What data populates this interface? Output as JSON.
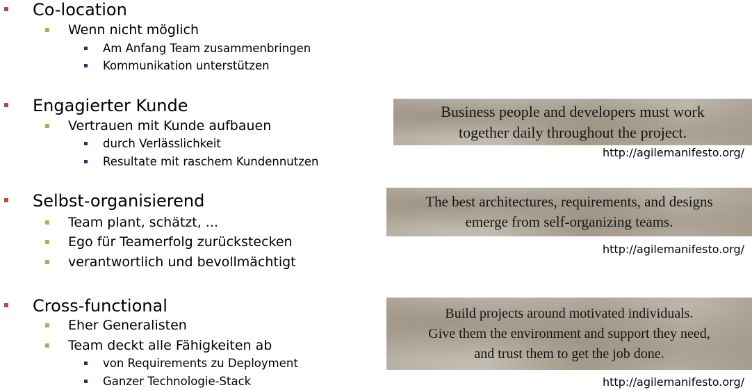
{
  "sections": [
    {
      "title": "Co-location",
      "items": [
        {
          "text": "Wenn nicht möglich",
          "subitems": [
            "Am Anfang Team zusammenbringen",
            "Kommunikation unterstützen"
          ]
        }
      ]
    },
    {
      "title": "Engagierter Kunde",
      "items": [
        {
          "text": "Vertrauen mit Kunde aufbauen",
          "subitems": [
            "durch Verlässlichkeit",
            "Resultate mit raschem Kundennutzen"
          ]
        }
      ]
    },
    {
      "title": "Selbst-organisierend",
      "items": [
        {
          "text": "Team plant, schätzt, ...",
          "subitems": []
        },
        {
          "text": "Ego für Teamerfolg zurückstecken",
          "subitems": []
        },
        {
          "text": "verantwortlich und bevollmächtigt",
          "subitems": []
        }
      ]
    },
    {
      "title": "Cross-functional",
      "items": [
        {
          "text": "Eher Generalisten",
          "subitems": []
        },
        {
          "text": "Team deckt alle Fähigkeiten ab",
          "subitems": [
            "von Requirements zu Deployment",
            "Ganzer Technologie-Stack"
          ]
        }
      ]
    }
  ],
  "quotes": [
    {
      "text": "Business people and developers must work\ntogether daily throughout the project.",
      "source": "http://agilemanifesto.org/"
    },
    {
      "text": "The best architectures, requirements, and designs\nemerge from self-organizing teams.",
      "source": "http://agilemanifesto.org/"
    },
    {
      "text": "Build projects around motivated individuals.\nGive them the environment and support they need,\nand trust them to get the job done.",
      "source": "http://agilemanifesto.org/"
    }
  ],
  "colors": {
    "bullet_level1": "#b54b45",
    "bullet_level2": "#9bbb59",
    "bullet_level3": "#1f3864"
  }
}
